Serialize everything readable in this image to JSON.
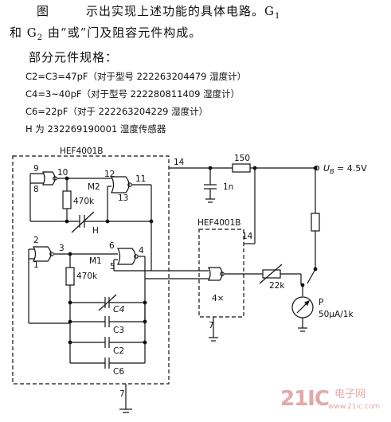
{
  "text": {
    "line1_a": "图",
    "line1_b": "示出实现上述功能的具体电路。G",
    "line1_sub": "1",
    "line2_a": "和 G",
    "line2_sub": "2",
    "line2_b": " 由“或”门及阻容元件构成。",
    "line3": "部分元件规格：",
    "specs": [
      "C2=C3=47pF（对于型号 222263204479 湿度计）",
      "C4=3~40pF（对于型号 222280811409 湿度计）",
      "C6=22pF（对于 222263204229 湿度计）",
      "H 为 232269190001 湿度传感器"
    ]
  },
  "circuit": {
    "ic_left": "HEF4001B",
    "ic_right": "HEF4001B",
    "pins": {
      "p9": "9",
      "p8": "8",
      "p10": "10",
      "p12": "12",
      "p13": "13",
      "p11": "11",
      "p2": "2",
      "p1": "1",
      "p3": "3",
      "p6": "6",
      "p5": "5",
      "p4": "4",
      "p14a": "14",
      "p14b": "14",
      "p7a": "7",
      "p7b": "7"
    },
    "gates": {
      "m2": "M2",
      "m1": "M1",
      "quad": "4×"
    },
    "components": {
      "r470a": "470k",
      "r470b": "470k",
      "h": "H",
      "r150": "150",
      "c1n": "1n",
      "c4": "C4",
      "c3": "C3",
      "c2": "C2",
      "c6": "C6",
      "r22k": "22k"
    },
    "supply": "U",
    "supply_sub": "B",
    "supply_val": " = 4.5V",
    "meter": "P",
    "meter_spec": "50μA/1k"
  },
  "watermark": {
    "main": "21IC",
    "cn": "电子网",
    "url": "www.21ic.com"
  }
}
